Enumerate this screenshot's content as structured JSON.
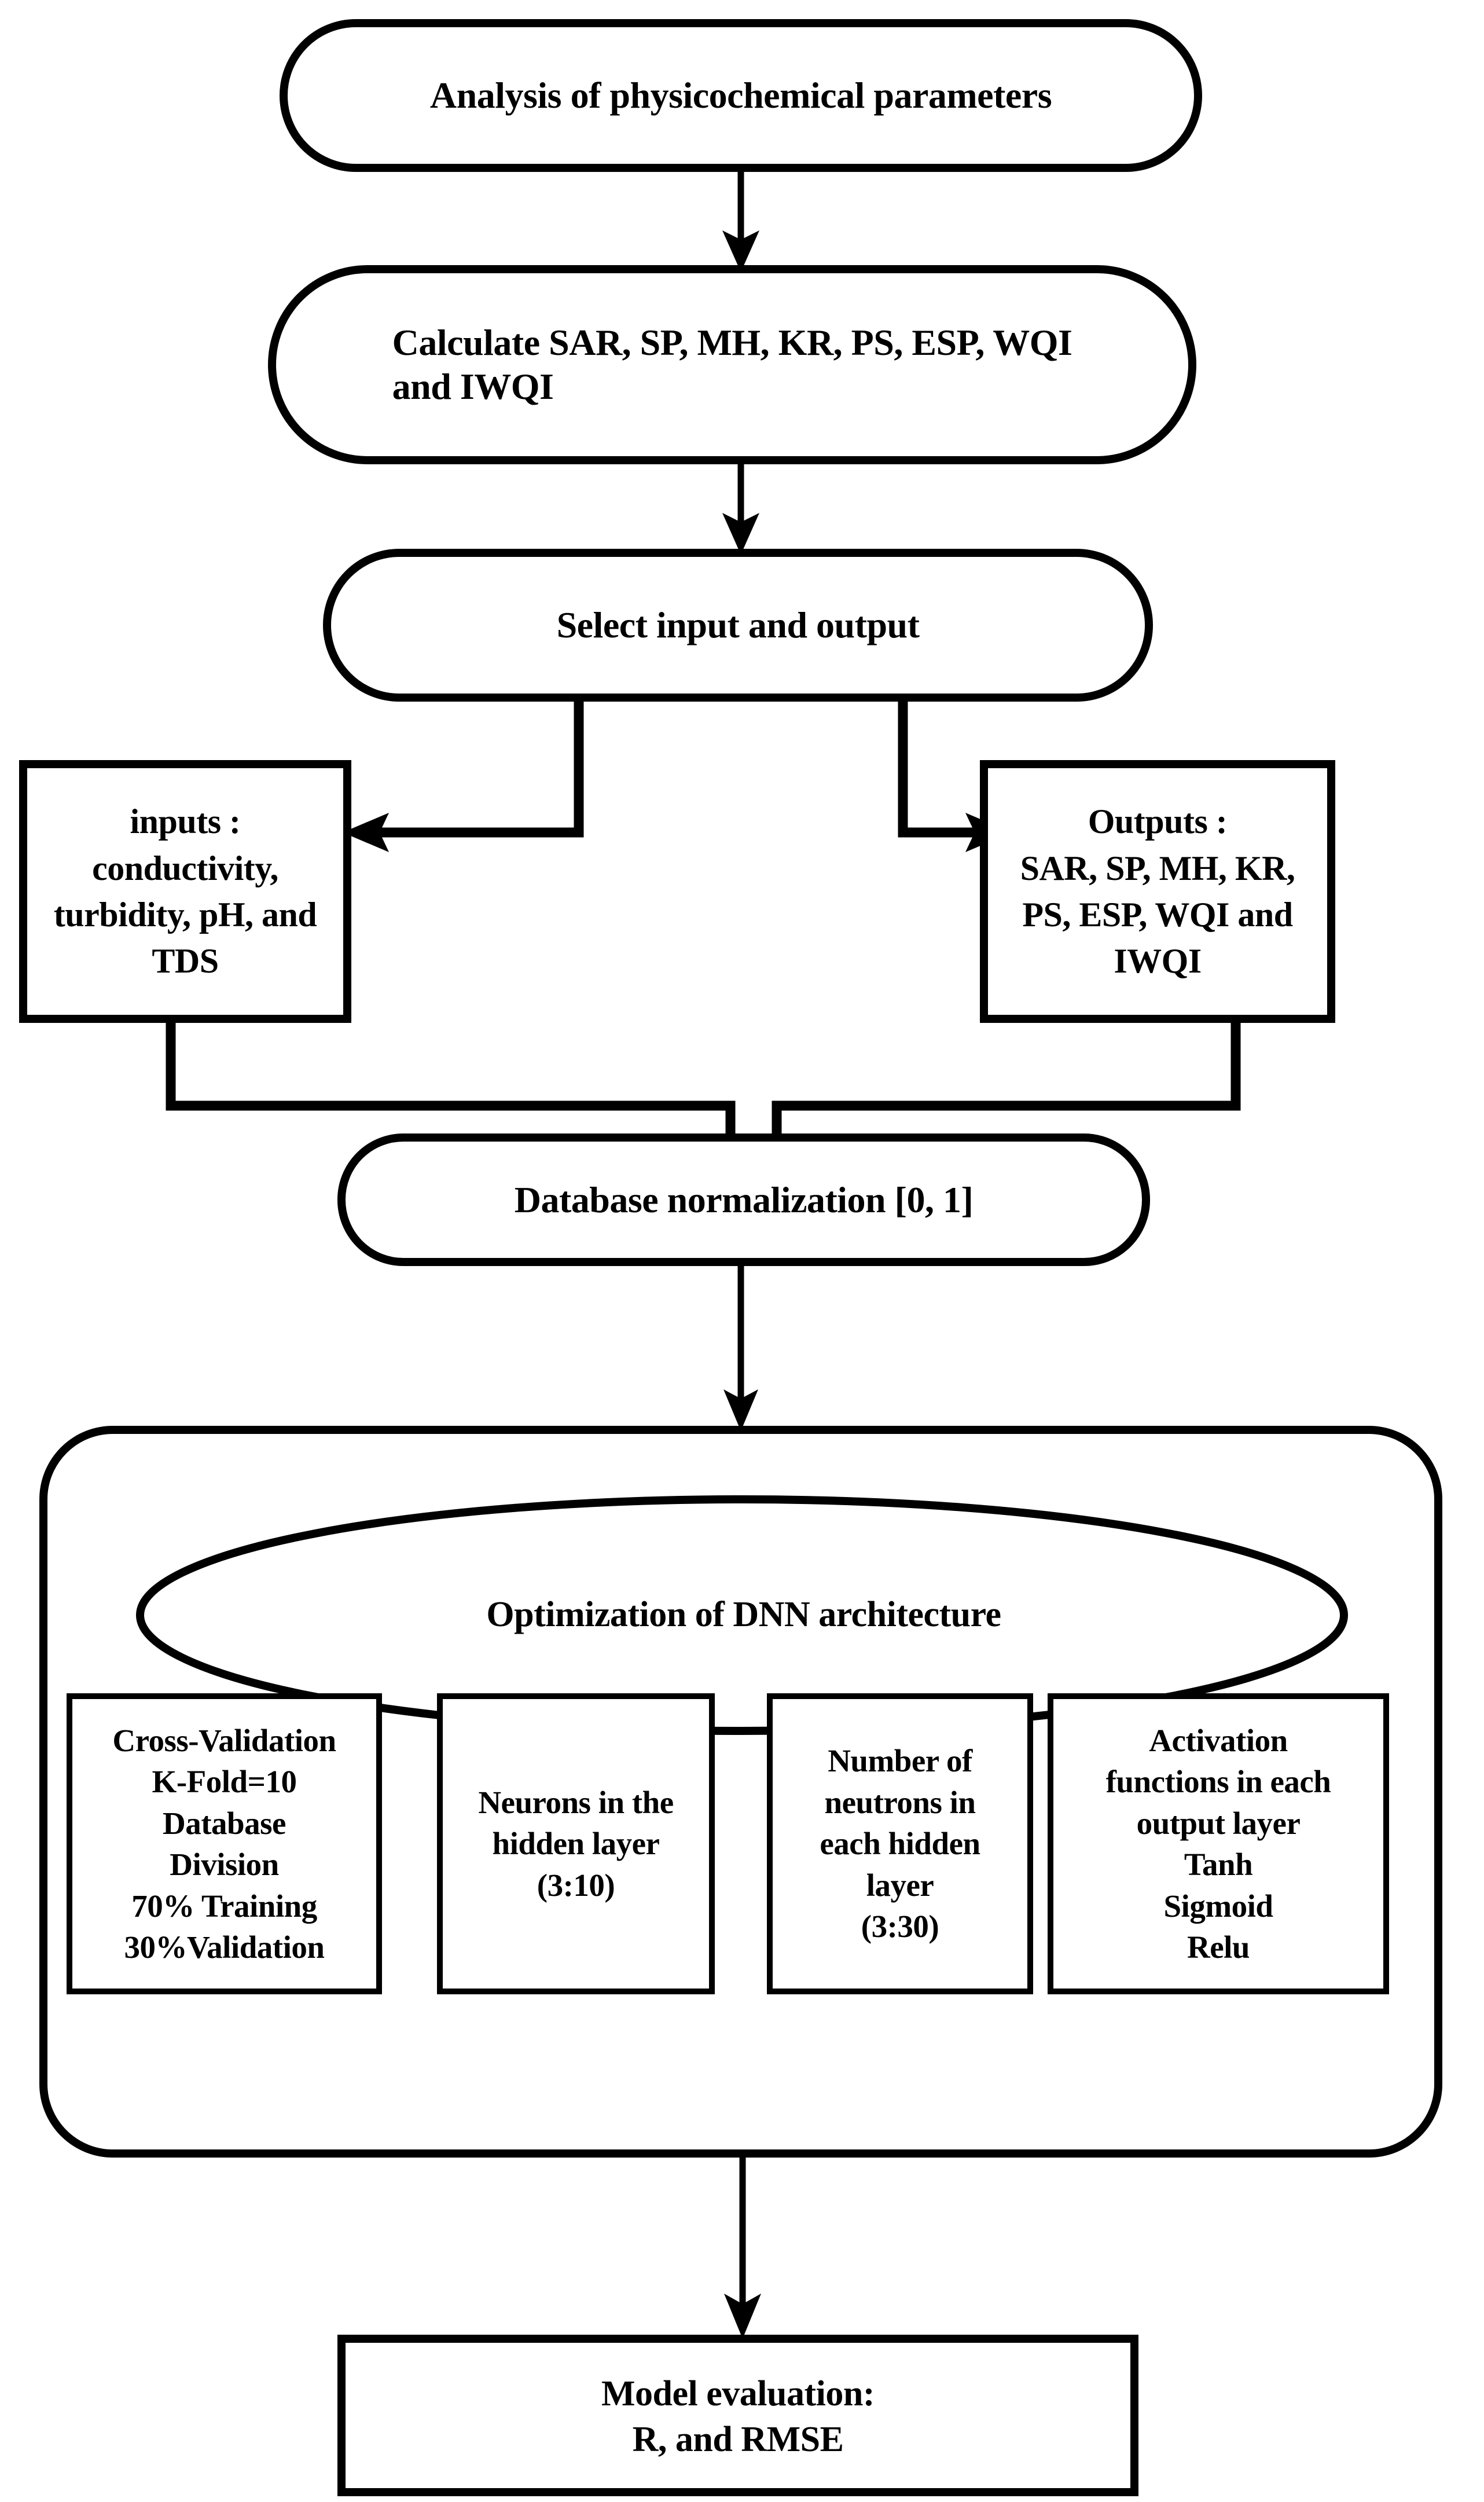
{
  "diagram": {
    "title": "DNN modeling workflow flowchart",
    "accent_color": "#000000",
    "background_color": "#ffffff"
  },
  "nodes": {
    "analysis": {
      "shape": "stadium",
      "label": "Analysis of physicochemical parameters"
    },
    "calculate": {
      "shape": "stadium",
      "line1": "Calculate SAR, SP, MH, KR, PS, ESP, WQI",
      "line2": "and IWQI"
    },
    "select_io": {
      "shape": "stadium",
      "label": "Select input and output"
    },
    "inputs_box": {
      "shape": "rectangle",
      "line1": "inputs :",
      "line2": "conductivity,",
      "line3": "turbidity, pH, and",
      "line4": "TDS"
    },
    "outputs_box": {
      "shape": "rectangle",
      "line1": "Outputs :",
      "line2": "SAR, SP, MH, KR,",
      "line3": "PS, ESP, WQI and",
      "line4": "IWQI"
    },
    "normalization": {
      "shape": "stadium",
      "label": "Database normalization [0, 1]"
    },
    "optimization_container": {
      "shape": "rounded-rectangle"
    },
    "optimization_ellipse": {
      "shape": "ellipse",
      "label": "Optimization of DNN architecture"
    },
    "model_evaluation": {
      "shape": "rectangle",
      "line1": "Model evaluation:",
      "line2": "R, and RMSE"
    }
  },
  "optimization_boxes": [
    {
      "name": "cross-validation",
      "lines": [
        "Cross-Validation",
        "K-Fold=10",
        "Database",
        "Division",
        "70% Training",
        "30%Validation"
      ]
    },
    {
      "name": "hidden-layers",
      "lines": [
        "Neurons in the",
        "hidden layer",
        "(3:10)"
      ]
    },
    {
      "name": "neurons-per-layer",
      "lines": [
        "Number of",
        "neutrons in",
        "each hidden",
        "layer",
        "(3:30)"
      ]
    },
    {
      "name": "activation-functions",
      "lines": [
        "Activation",
        "functions in each",
        "output layer",
        "Tanh",
        "Sigmoid",
        "Relu"
      ]
    }
  ],
  "connectors": [
    {
      "from": "analysis",
      "to": "calculate",
      "style": "arrow-down"
    },
    {
      "from": "calculate",
      "to": "select_io",
      "style": "arrow-down"
    },
    {
      "from": "select_io",
      "to": "inputs_box",
      "style": "elbow-arrow-left"
    },
    {
      "from": "select_io",
      "to": "outputs_box",
      "style": "elbow-arrow-right"
    },
    {
      "from": "inputs_box",
      "to": "normalization",
      "style": "elbow-arrow-down"
    },
    {
      "from": "outputs_box",
      "to": "normalization",
      "style": "elbow-arrow-down"
    },
    {
      "from": "normalization",
      "to": "optimization_container",
      "style": "arrow-down"
    },
    {
      "from": "optimization_container",
      "to": "model_evaluation",
      "style": "arrow-down"
    }
  ]
}
